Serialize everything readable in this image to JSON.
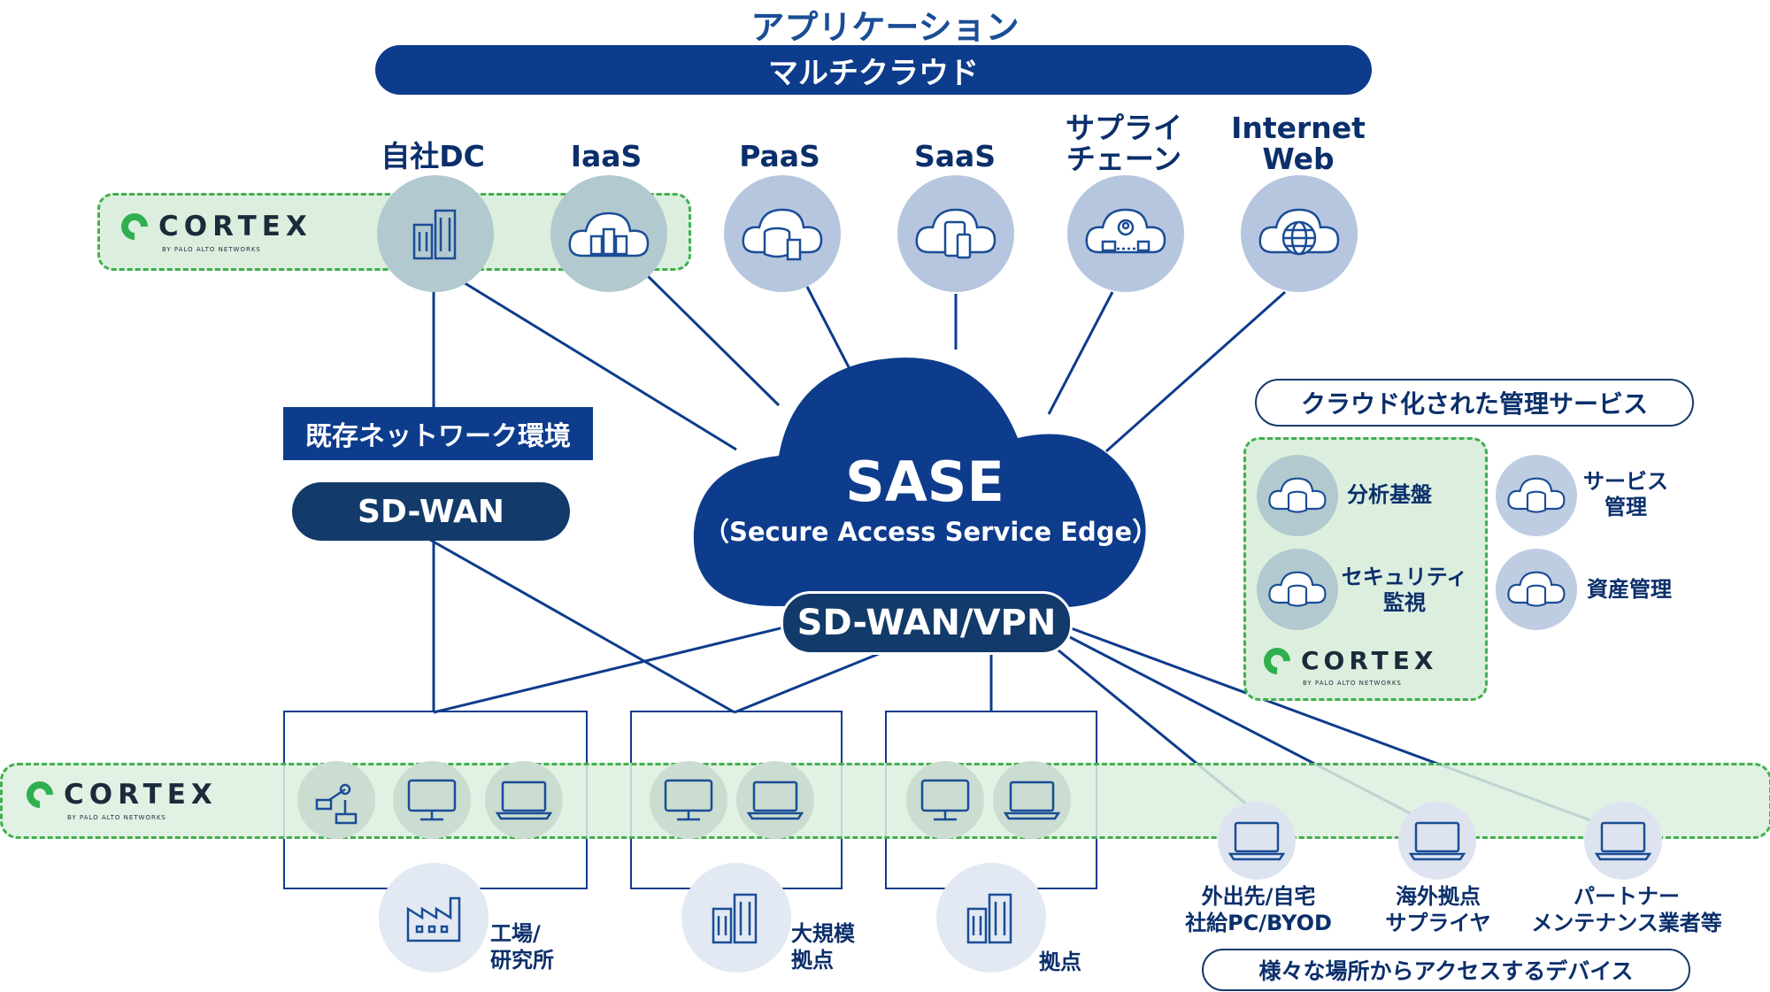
{
  "title": "アプリケーション",
  "multicloud": "マルチクラウド",
  "resources": [
    {
      "label": "自社DC",
      "icon": "building-icon"
    },
    {
      "label": "IaaS",
      "icon": "cloud-server-icon"
    },
    {
      "label": "PaaS",
      "icon": "cloud-database-icon"
    },
    {
      "label": "SaaS",
      "icon": "cloud-devices-icon"
    },
    {
      "label": "サプライ\nチェーン",
      "icon": "cloud-supply-chain-icon"
    },
    {
      "label": "Internet\nWeb",
      "icon": "cloud-globe-icon"
    }
  ],
  "cortex": {
    "word": "CORTEX",
    "sub": "BY PALO ALTO NETWORKS"
  },
  "sase": {
    "title": "SASE",
    "subtitle": "（Secure Access Service Edge）",
    "connector": "SD-WAN/VPN"
  },
  "existing_network": {
    "label": "既存ネットワーク環境",
    "sdwan": "SD-WAN"
  },
  "managed": {
    "title": "クラウド化された管理サービス",
    "services": [
      {
        "label": "分析基盤"
      },
      {
        "label": "セキュリティ\n監視"
      },
      {
        "label": "サービス\n管理"
      },
      {
        "label": "資産管理"
      }
    ]
  },
  "sites": [
    {
      "label": "工場/\n研究所",
      "icon": "factory-icon"
    },
    {
      "label": "大規模\n拠点",
      "icon": "buildings-icon"
    },
    {
      "label": "拠点",
      "icon": "buildings-icon"
    }
  ],
  "endpoints": [
    {
      "label": "外出先/自宅\n社給PC/BYOD"
    },
    {
      "label": "海外拠点\nサプライヤ"
    },
    {
      "label": "パートナー\nメンテナンス業者等"
    }
  ],
  "devices_caption": "様々な場所からアクセスするデバイス",
  "colors": {
    "navy": "#0d3c8c",
    "dark": "#123a6a",
    "cortex_green": "#41b04d",
    "band": "#dcefdf"
  }
}
